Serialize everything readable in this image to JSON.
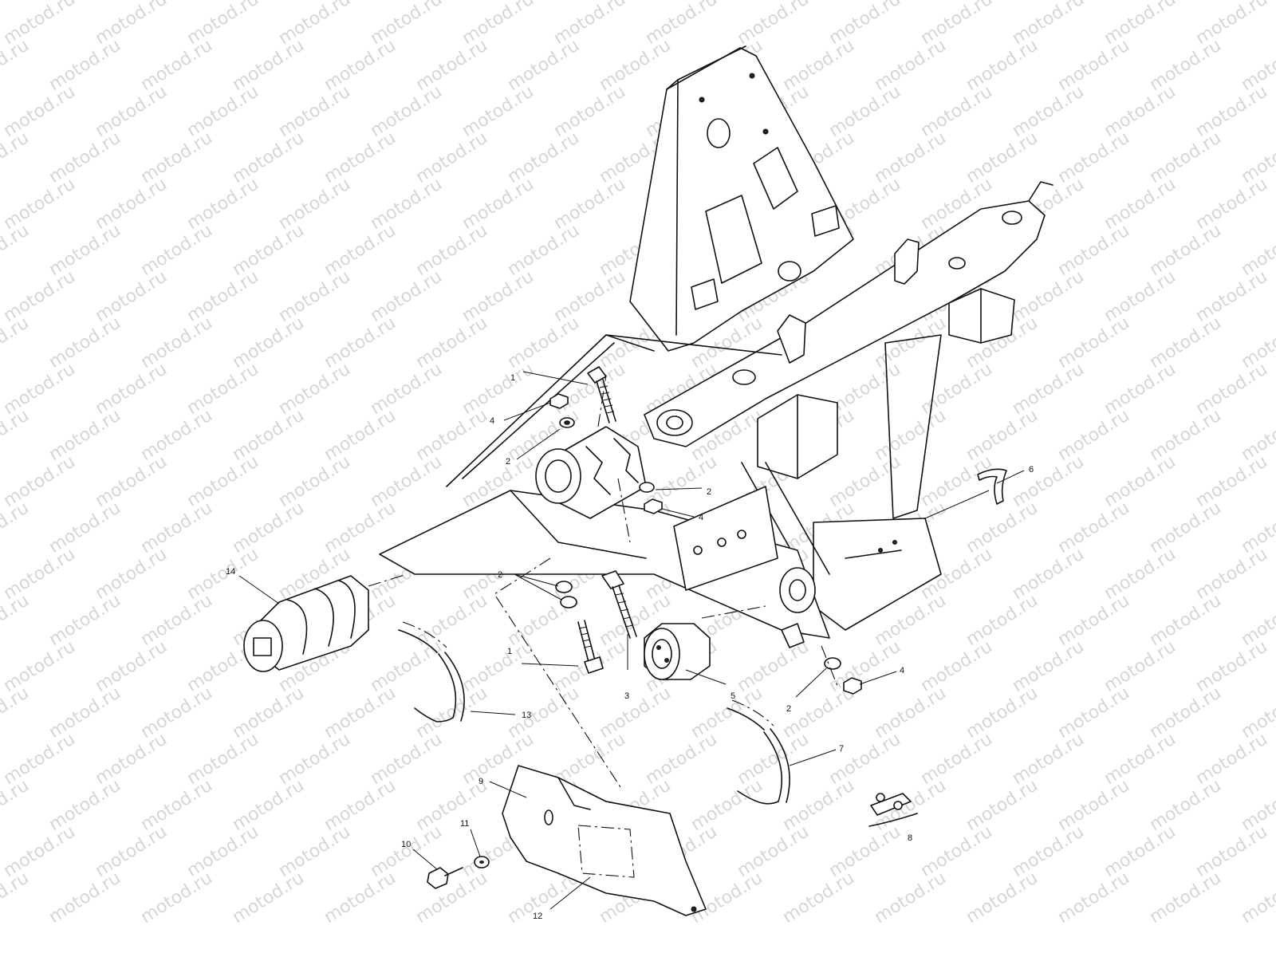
{
  "watermark": {
    "text": "motod.ru"
  },
  "parts": [
    {
      "id": "1a",
      "label": "1"
    },
    {
      "id": "1b",
      "label": "1"
    },
    {
      "id": "2a",
      "label": "2"
    },
    {
      "id": "2b",
      "label": "2"
    },
    {
      "id": "2c",
      "label": "2"
    },
    {
      "id": "2d",
      "label": "2"
    },
    {
      "id": "3",
      "label": "3"
    },
    {
      "id": "4a",
      "label": "4"
    },
    {
      "id": "4b",
      "label": "4"
    },
    {
      "id": "4c",
      "label": "4"
    },
    {
      "id": "5",
      "label": "5"
    },
    {
      "id": "6",
      "label": "6"
    },
    {
      "id": "7",
      "label": "7"
    },
    {
      "id": "8",
      "label": "8"
    },
    {
      "id": "9",
      "label": "9"
    },
    {
      "id": "10",
      "label": "10"
    },
    {
      "id": "11",
      "label": "11"
    },
    {
      "id": "12",
      "label": "12"
    },
    {
      "id": "13",
      "label": "13"
    },
    {
      "id": "14",
      "label": "14"
    }
  ]
}
